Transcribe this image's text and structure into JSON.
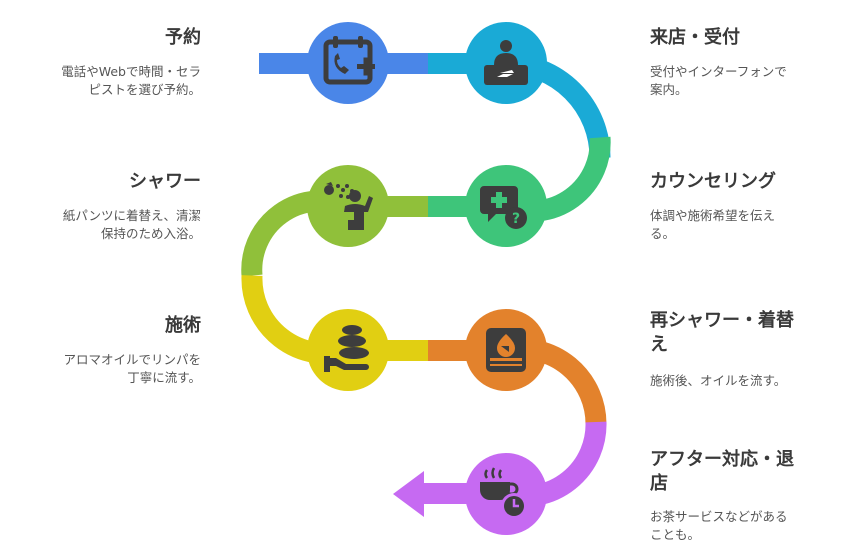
{
  "colors": {
    "blue": "#4a86e8",
    "cyan": "#1aaad6",
    "green": "#3ec57a",
    "lime": "#90c03a",
    "yellow": "#e1cf12",
    "orange": "#e3822c",
    "purple": "#c66af2",
    "icon": "#3d3d3d",
    "icon_light": "#ffffff"
  },
  "steps": [
    {
      "title": "予約",
      "desc_lines": [
        "電話やWebで時間・セラ",
        "ピストを選び予約。"
      ],
      "icon": "calendar-phone-icon"
    },
    {
      "title": "来店・受付",
      "desc_lines": [
        "受付やインターフォンで",
        "案内。"
      ],
      "icon": "reception-desk-icon"
    },
    {
      "title": "カウンセリング",
      "desc_lines": [
        "体調や施術希望を伝え",
        "る。"
      ],
      "icon": "medical-question-icon"
    },
    {
      "title": "シャワー",
      "desc_lines": [
        "紙パンツに着替え、清潔",
        "保持のため入浴。"
      ],
      "icon": "shower-icon"
    },
    {
      "title": "施術",
      "desc_lines": [
        "アロマオイルでリンパを",
        "丁寧に流す。"
      ],
      "icon": "massage-stones-icon"
    },
    {
      "title_lines": [
        "再シャワー・着替",
        "え"
      ],
      "desc_lines": [
        "施術後、オイルを流す。"
      ],
      "icon": "oil-bottle-icon"
    },
    {
      "title_lines": [
        "アフター対応・退",
        "店"
      ],
      "desc_lines": [
        "お茶サービスなどがある",
        "ことも。"
      ],
      "icon": "tea-time-icon"
    }
  ]
}
